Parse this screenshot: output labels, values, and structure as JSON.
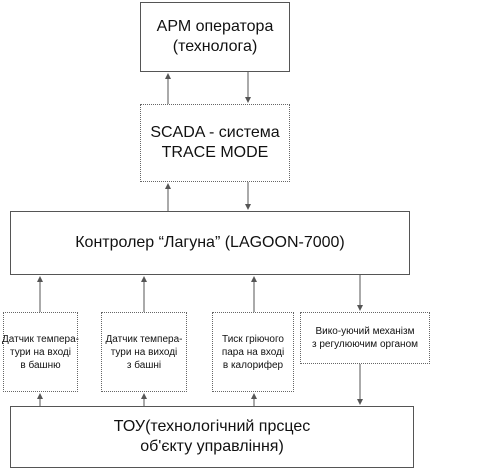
{
  "arm": {
    "lines": [
      "АРМ оператора",
      "(технолога)"
    ]
  },
  "scada": {
    "lines": [
      "SCADA - система",
      "TRACE MODE"
    ]
  },
  "controller": {
    "text": "Контролер “Лагуна” (LAGOON-7000)"
  },
  "sensor_temp_in": {
    "lines": [
      "Датчик темпера-",
      "тури на вході",
      "в башню"
    ]
  },
  "sensor_temp_out": {
    "lines": [
      "Датчик темпера-",
      "тури на виході",
      "з башні"
    ]
  },
  "sensor_pressure": {
    "lines": [
      "Тиск гріючого",
      "пара на вході",
      "в калорифер"
    ]
  },
  "actuator": {
    "lines": [
      "Вико-уючий  механізм",
      "з регулюючим органом"
    ]
  },
  "tou": {
    "lines": [
      "ТОУ(технологічний прсцес",
      "об'єкту управління)"
    ]
  },
  "colors": {
    "line": "#555555",
    "text": "#111111"
  }
}
